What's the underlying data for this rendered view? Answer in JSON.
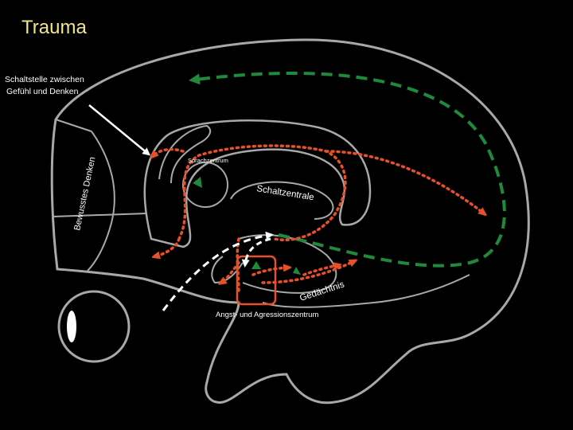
{
  "slide": {
    "title": "Trauma",
    "title_color": "#f0e68c",
    "background": "#000000"
  },
  "labels": {
    "junction_line1": "Schaltstelle zwischen",
    "junction_line2": "Gefühl und Denken",
    "conscious_thinking": "Bewusstes Denken",
    "language_center": "Sprachzentrum",
    "switch_center": "Schaltzentrale",
    "memory": "Gedächtnis",
    "fear_center": "Angst- und Agressionszentrum"
  },
  "colors": {
    "outline": "#a8a8a8",
    "dotted_path": "#e8502a",
    "dashed_path": "#1f8a3c",
    "arrow_white": "#ffffff",
    "fear_box": "#e8502a"
  }
}
